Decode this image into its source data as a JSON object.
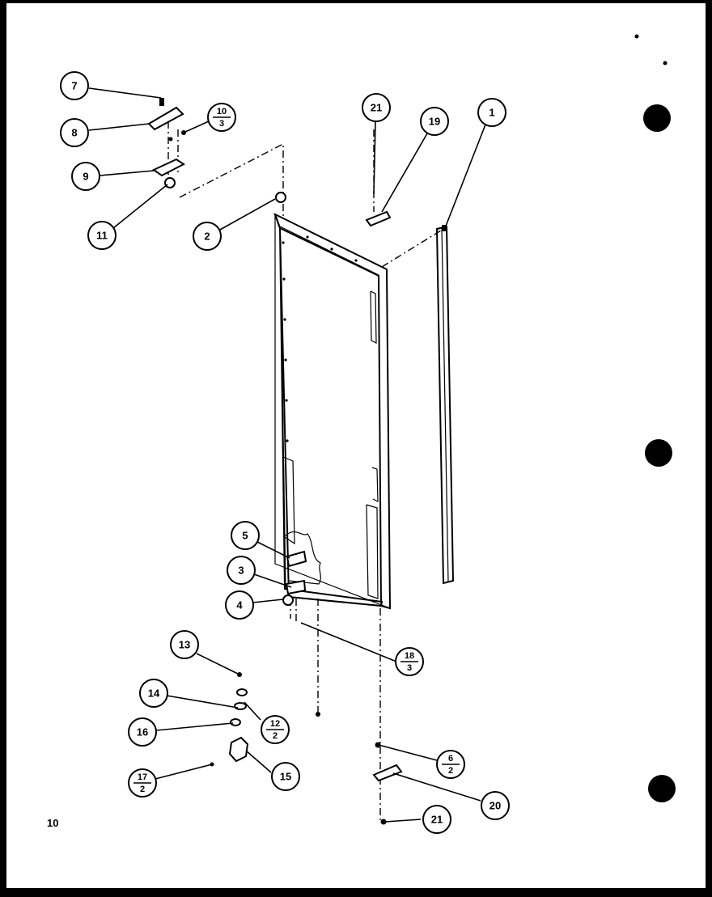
{
  "page_number": "10",
  "callouts": {
    "c1": "1",
    "c2": "2",
    "c3": "3",
    "c4": "4",
    "c5": "5",
    "c6": {
      "top": "6",
      "bottom": "2"
    },
    "c7": "7",
    "c8": "8",
    "c9": "9",
    "c10": {
      "top": "10",
      "bottom": "3"
    },
    "c11": "11",
    "c12": {
      "top": "12",
      "bottom": "2"
    },
    "c13": "13",
    "c14": "14",
    "c15": "15",
    "c16": "16",
    "c17": {
      "top": "17",
      "bottom": "2"
    },
    "c18": {
      "top": "18",
      "bottom": "3"
    },
    "c19": "19",
    "c20": "20",
    "c21a": "21",
    "c21b": "21"
  }
}
